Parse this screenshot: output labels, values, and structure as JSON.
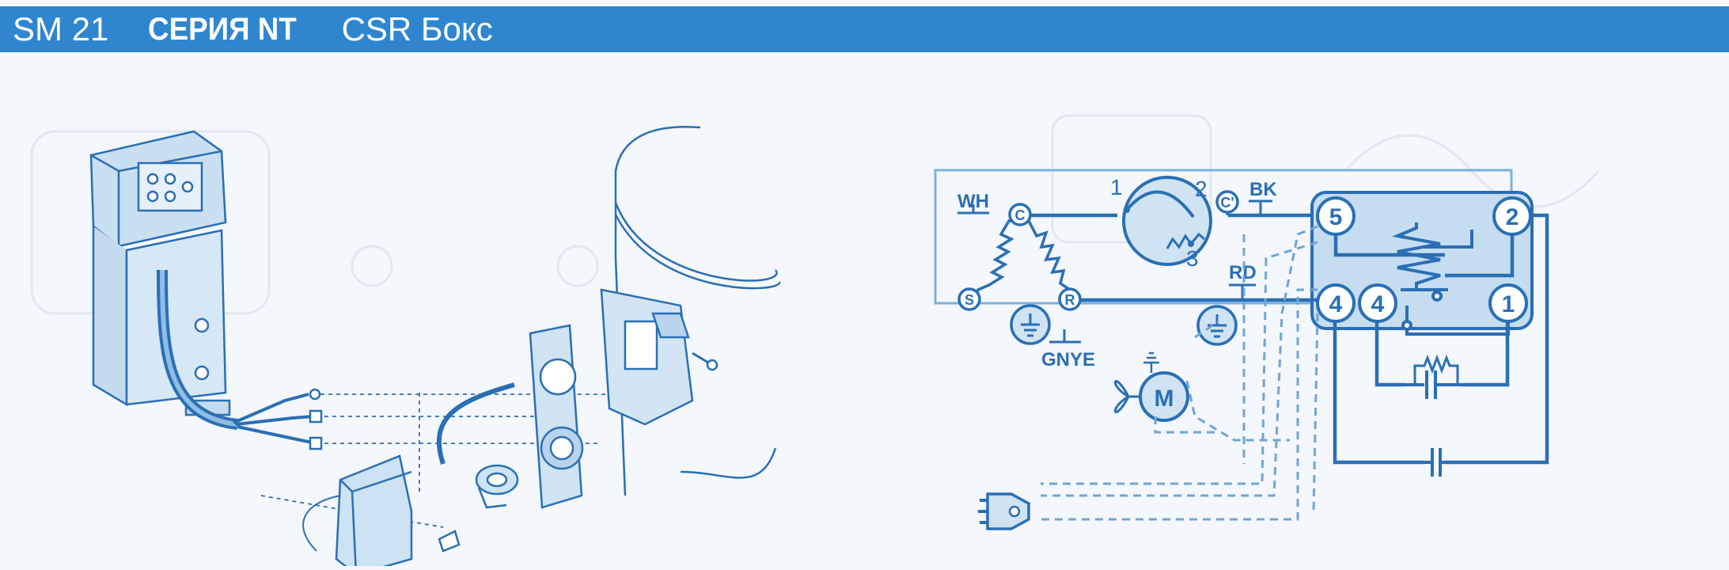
{
  "header": {
    "model": "SM 21",
    "series": "СЕРИЯ NT",
    "box": "CSR Бокс"
  },
  "wire_labels": {
    "white": "WH",
    "black": "BK",
    "red": "RD",
    "ground": "GNYE"
  },
  "terminals": {
    "common": "C",
    "start": "S",
    "run": "R",
    "protector_c": "C'",
    "protector_1": "1",
    "protector_2": "2",
    "protector_3": "3",
    "relay_5": "5",
    "relay_2": "2",
    "relay_4a": "4",
    "relay_4b": "4",
    "relay_1": "1"
  },
  "fan_motor": "M",
  "colors": {
    "header_bg": "#2f86cf",
    "line": "#2a6fb5",
    "fill_light": "#cfe3f3",
    "background": "#f4f7fb"
  }
}
